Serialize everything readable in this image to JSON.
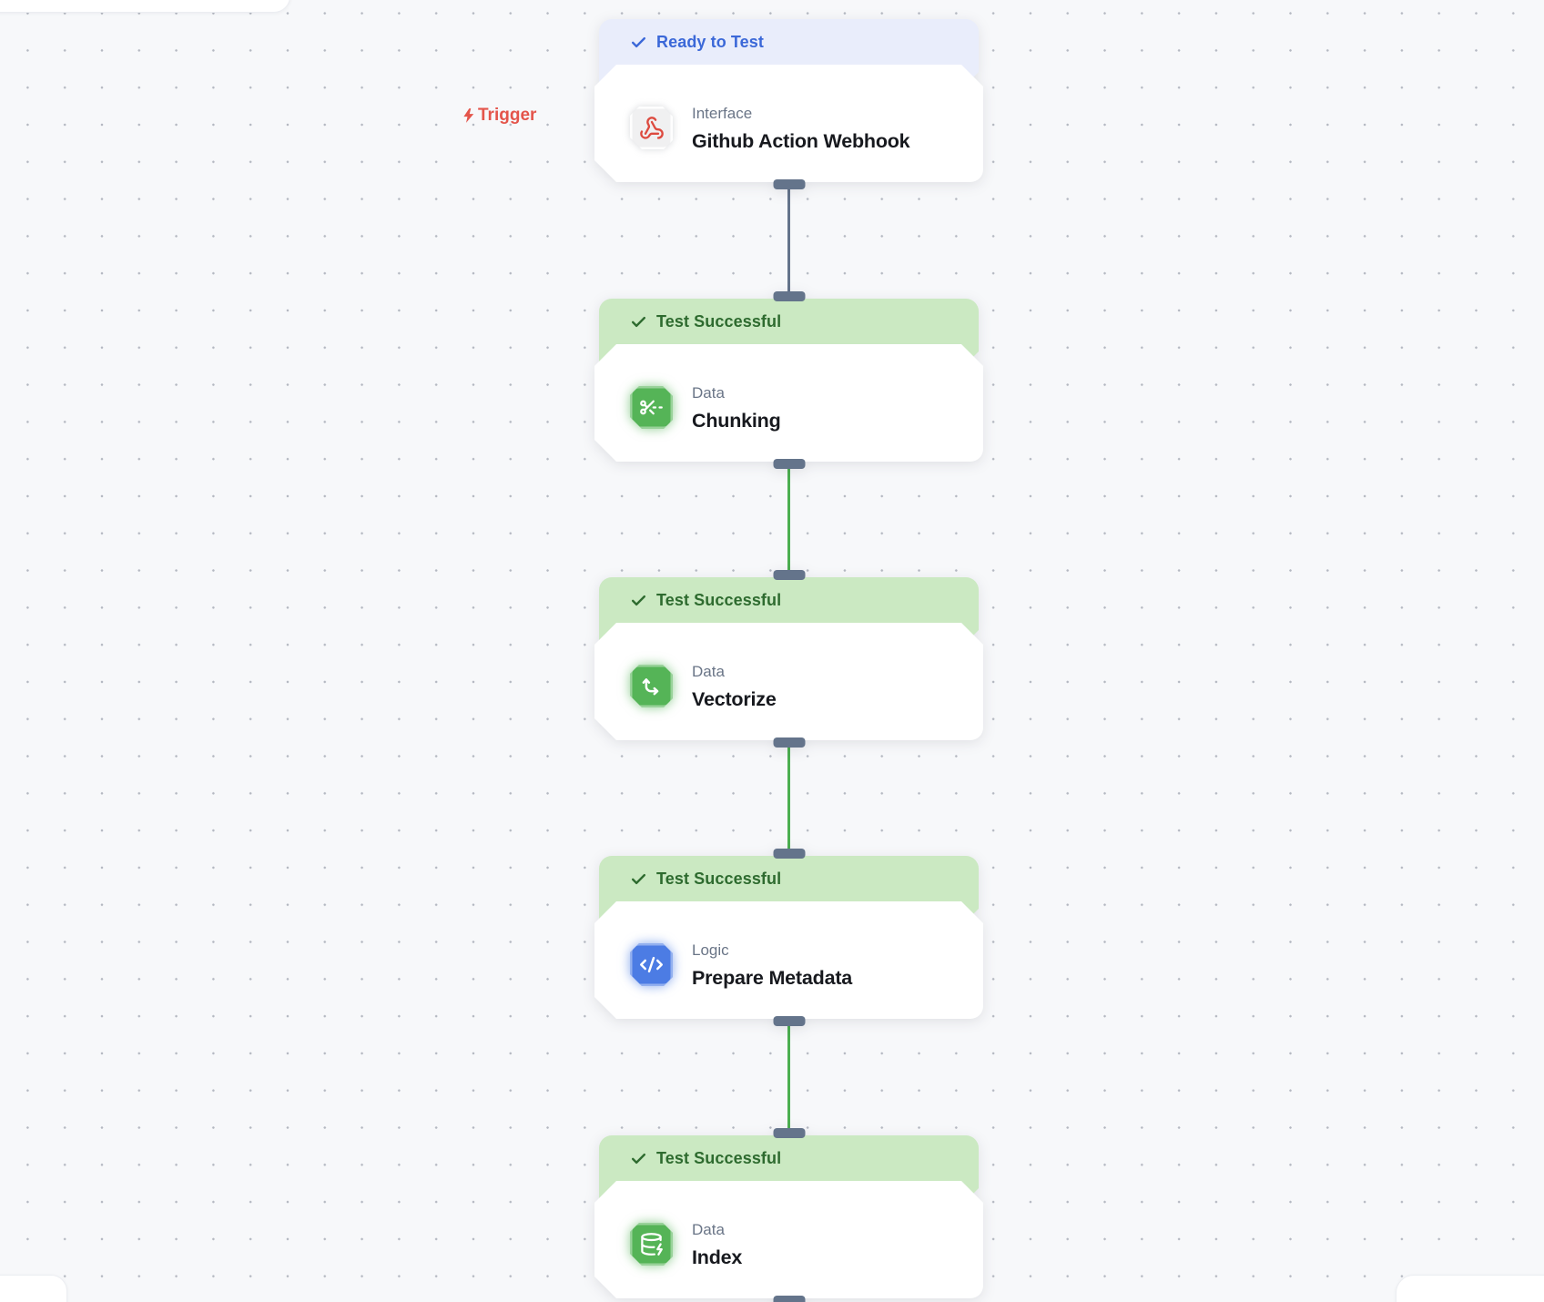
{
  "canvas": {
    "background_color": "#f7f8fa",
    "dot_color": "#b4b8c1"
  },
  "trigger": {
    "label": "Trigger",
    "icon": "lightning-bolt-icon",
    "color": "#e4554b"
  },
  "nodes": [
    {
      "status": "Ready to Test",
      "state": "ready",
      "status_color": "#3b68d8",
      "status_bg": "#e9edfb",
      "category": "Interface",
      "title": "Github Action Webhook",
      "icon": "webhook-icon",
      "icon_bg": "#f0f0f1",
      "glyph_color": "#dd4a3f"
    },
    {
      "status": "Test Successful",
      "state": "success",
      "status_color": "#2e6b2f",
      "status_bg": "#cbe9c2",
      "category": "Data",
      "title": "Chunking",
      "icon": "scissors-line-dashed-icon",
      "icon_bg": "#55b457",
      "glyph_color": "#ffffff"
    },
    {
      "status": "Test Successful",
      "state": "success",
      "status_color": "#2e6b2f",
      "status_bg": "#cbe9c2",
      "category": "Data",
      "title": "Vectorize",
      "icon": "axes-arrows-icon",
      "icon_bg": "#55b457",
      "glyph_color": "#ffffff"
    },
    {
      "status": "Test Successful",
      "state": "success",
      "status_color": "#2e6b2f",
      "status_bg": "#cbe9c2",
      "category": "Logic",
      "title": "Prepare Metadata",
      "icon": "code-icon",
      "icon_bg": "#4c7ce4",
      "glyph_color": "#ffffff"
    },
    {
      "status": "Test Successful",
      "state": "success",
      "status_color": "#2e6b2f",
      "status_bg": "#cbe9c2",
      "category": "Data",
      "title": "Index",
      "icon": "database-zap-icon",
      "icon_bg": "#55b457",
      "glyph_color": "#ffffff"
    }
  ],
  "edges": [
    {
      "from": "Github Action Webhook",
      "to": "Chunking",
      "color": "#64748b"
    },
    {
      "from": "Chunking",
      "to": "Vectorize",
      "color": "#4caf50"
    },
    {
      "from": "Vectorize",
      "to": "Prepare Metadata",
      "color": "#4caf50"
    },
    {
      "from": "Prepare Metadata",
      "to": "Index",
      "color": "#4caf50"
    }
  ],
  "colors": {
    "ready_accent": "#3b68d8",
    "success_accent": "#2e6b2f",
    "success_edge": "#4caf50",
    "pending_edge": "#64748b",
    "trigger_red": "#e4554b",
    "node_icon_green": "#55b457",
    "node_icon_blue": "#4c7ce4"
  }
}
